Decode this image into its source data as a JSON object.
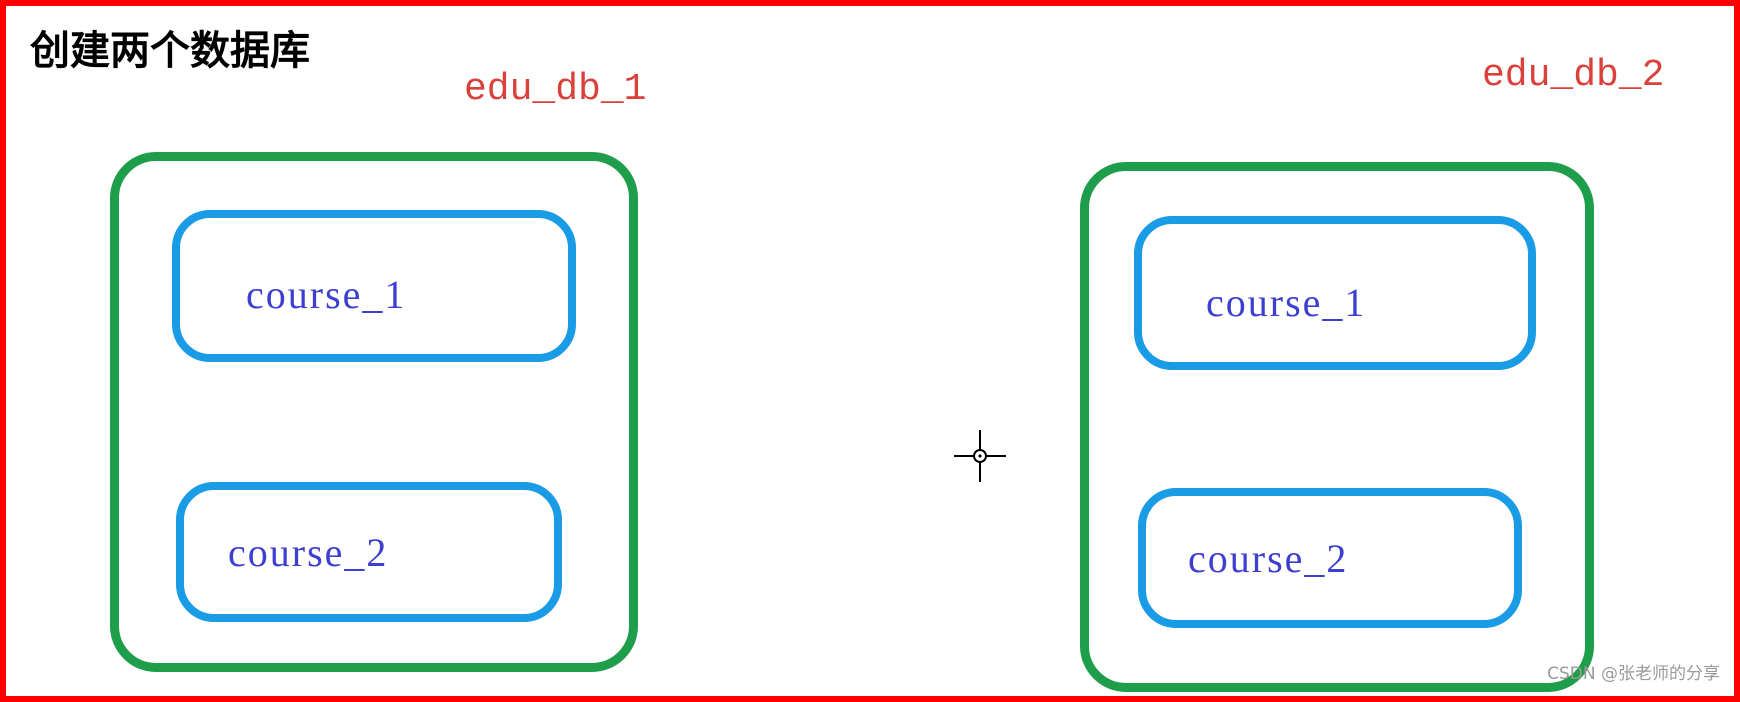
{
  "title": "创建两个数据库",
  "databases": [
    {
      "name": "edu_db_1",
      "tables": [
        "course_1",
        "course_2"
      ]
    },
    {
      "name": "edu_db_2",
      "tables": [
        "course_1",
        "course_2"
      ]
    }
  ],
  "watermark": "CSDN @张老师的分享",
  "icons": {
    "cursor": "crosshair-cursor-icon"
  },
  "colors": {
    "frame": "#fe0000",
    "db_border": "#1e9e4a",
    "table_border": "#1a9be6",
    "db_label": "#d9413a",
    "table_label": "#3d3fd0"
  }
}
